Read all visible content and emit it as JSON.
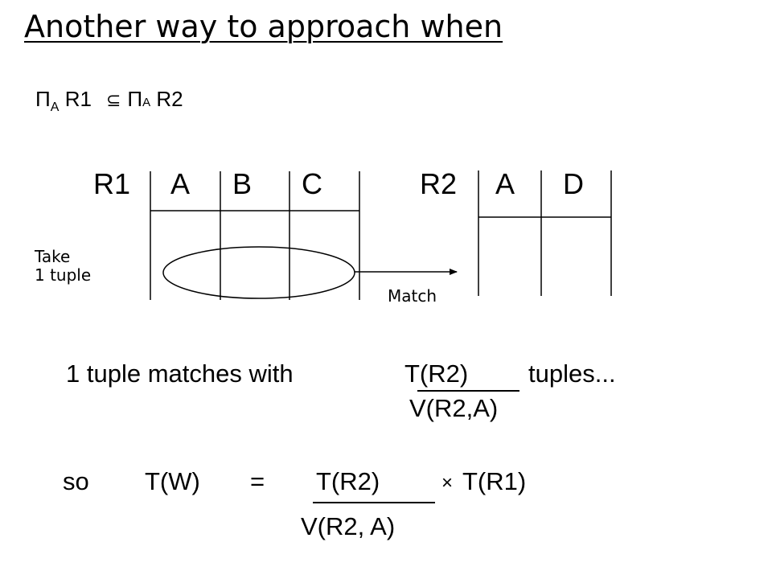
{
  "title": "Another way to approach when",
  "condition": {
    "pi1": "Π",
    "sub1": "A",
    "rel1": "R1",
    "subset_symbol": "⊆",
    "pi2": "Π",
    "sub2": "A",
    "rel2": "R2"
  },
  "table_r1": {
    "name": "R1",
    "columns": [
      "A",
      "B",
      "C"
    ]
  },
  "table_r2": {
    "name": "R2",
    "columns": [
      "A",
      "D"
    ]
  },
  "annotations": {
    "take_line1": "Take",
    "take_line2": "1 tuple",
    "match": "Match"
  },
  "statement": {
    "prefix": "1 tuple matches with",
    "numerator": "T(R2)",
    "suffix": "tuples...",
    "denominator": "V(R2,A)"
  },
  "formula": {
    "so": "so",
    "lhs": "T(W)",
    "equals": "=",
    "numerator": "T(R2)",
    "times": "×",
    "factor": "T(R1)",
    "denominator": "V(R2, A)"
  }
}
